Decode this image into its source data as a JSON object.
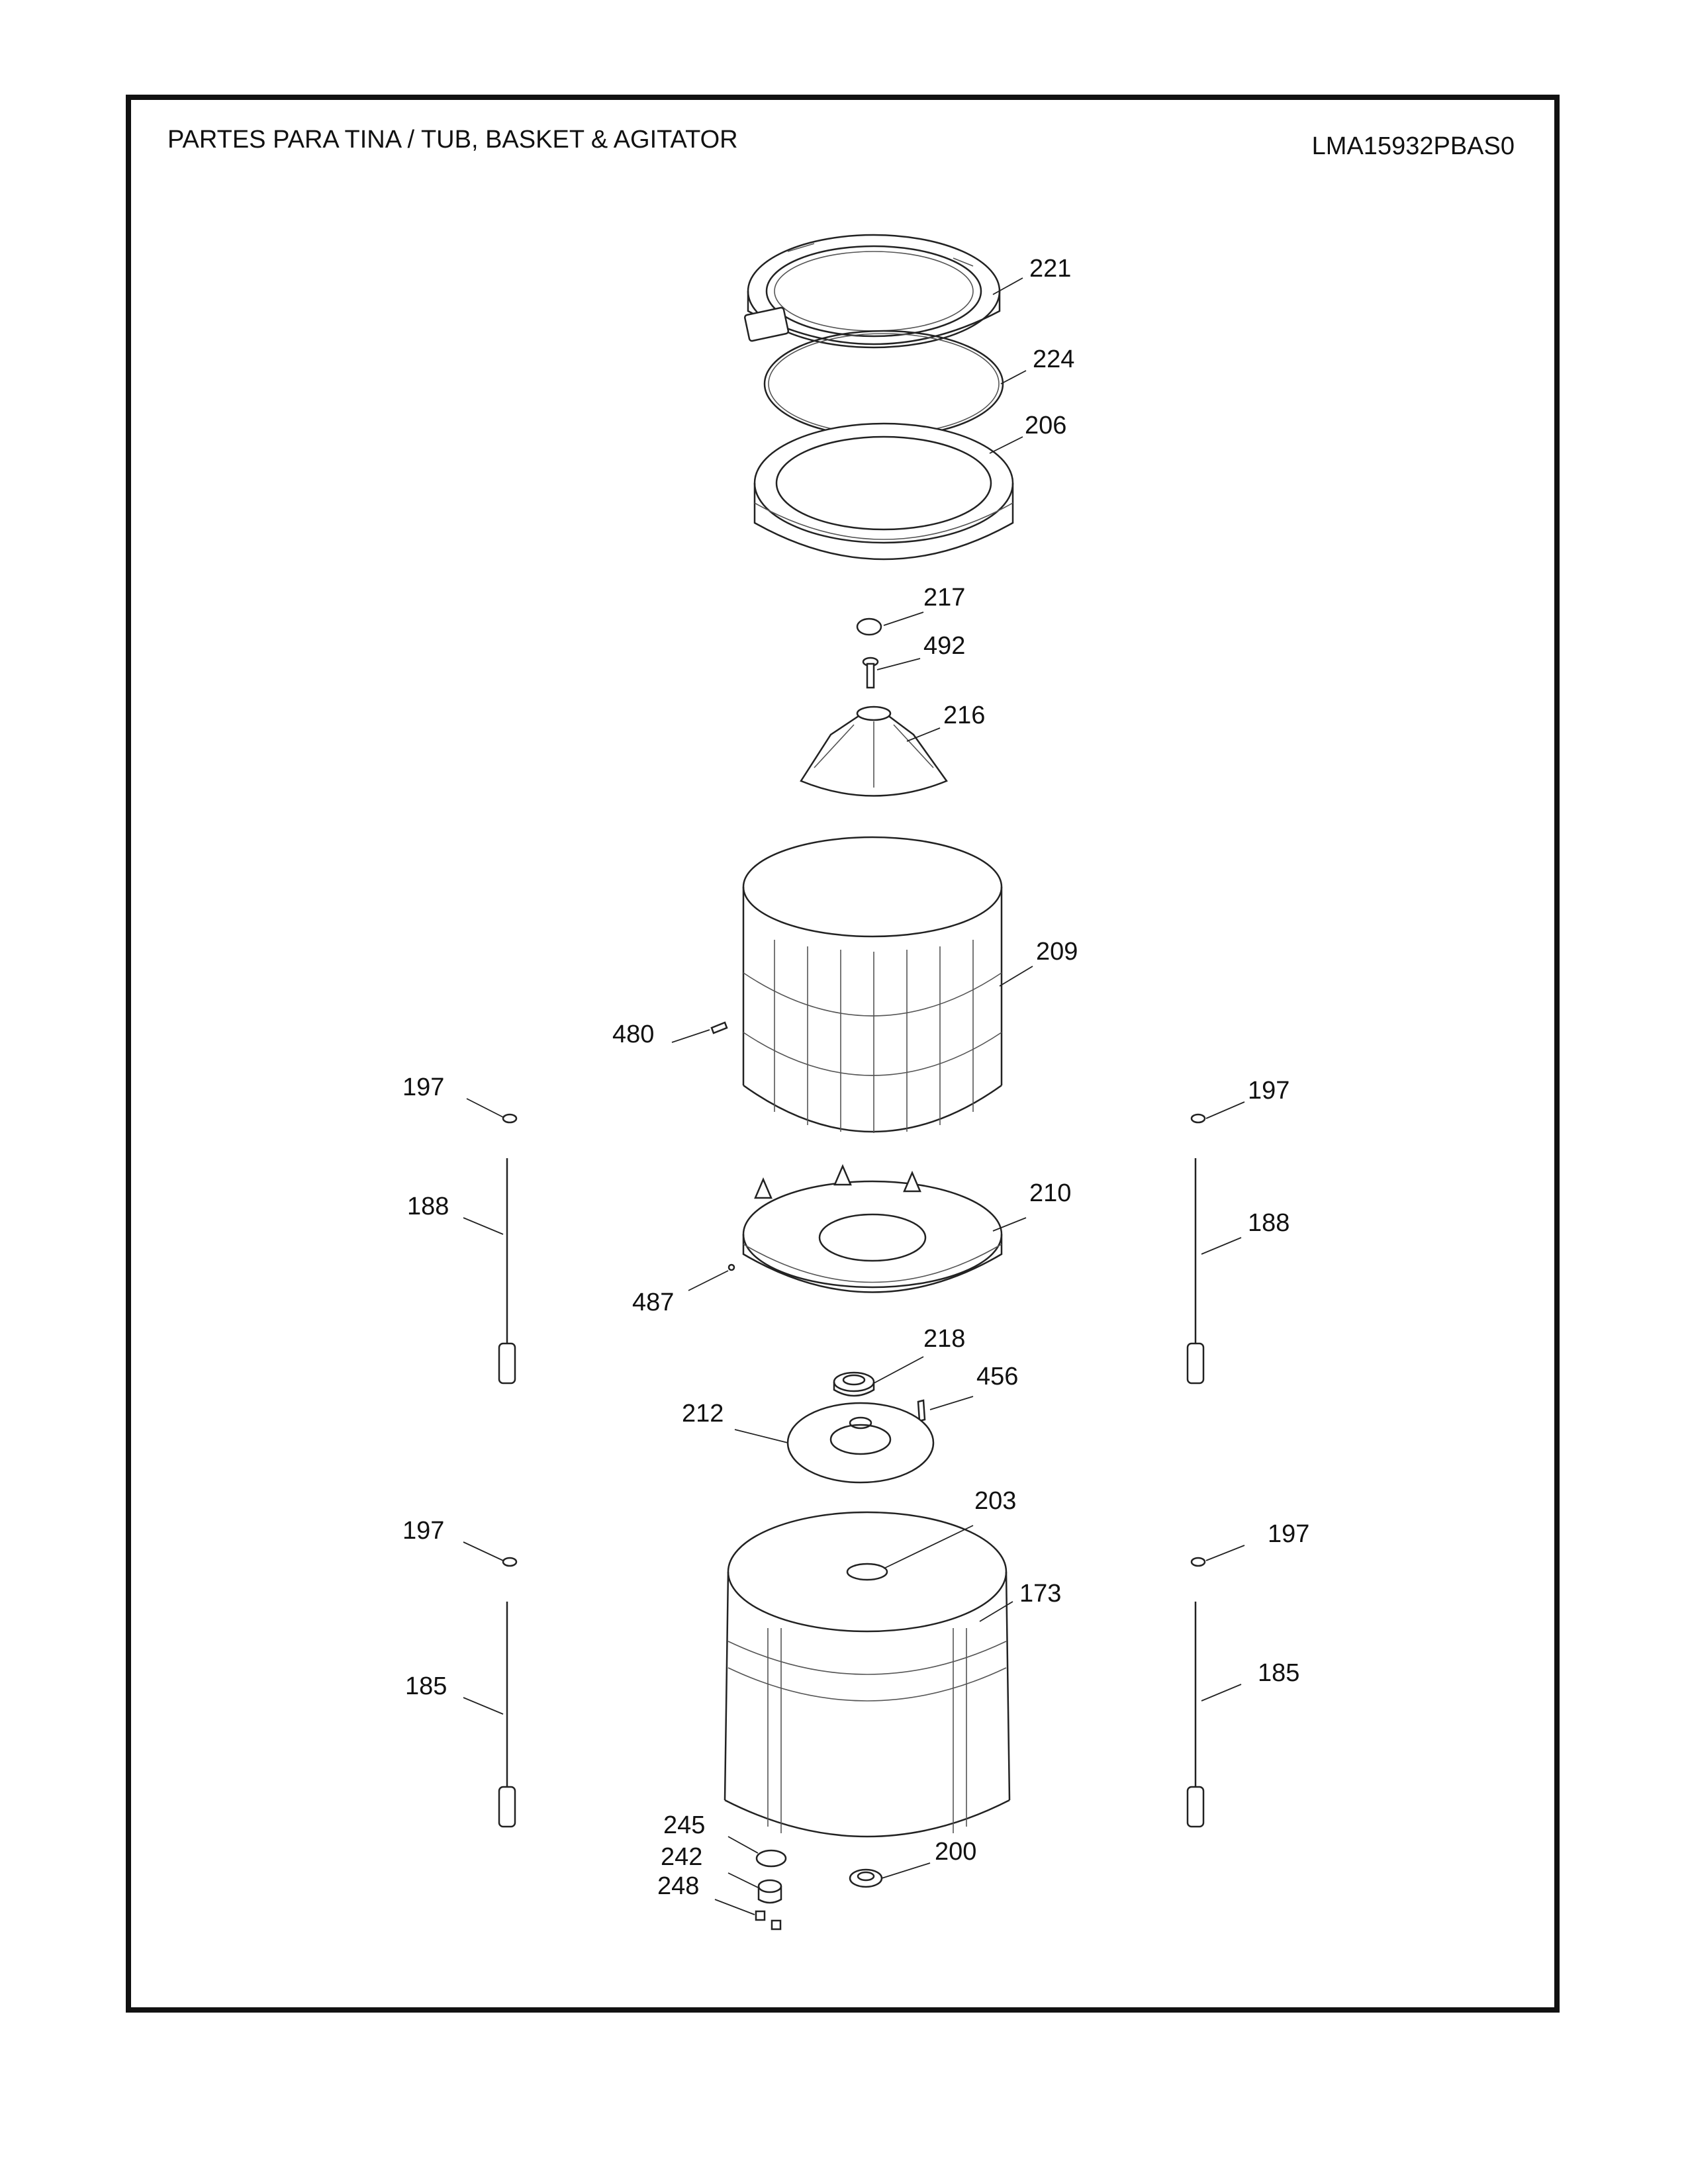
{
  "header": {
    "title": "PARTES PARA TINA  /  TUB, BASKET & AGITATOR",
    "model": "LMA15932PBAS0"
  },
  "callouts": {
    "p221": "221",
    "p224": "224",
    "p206": "206",
    "p217": "217",
    "p492": "492",
    "p216": "216",
    "p209": "209",
    "p480": "480",
    "p197_ul": "197",
    "p197_ur": "197",
    "p188_l": "188",
    "p188_r": "188",
    "p210": "210",
    "p487": "487",
    "p218": "218",
    "p456": "456",
    "p212": "212",
    "p203": "203",
    "p197_ll": "197",
    "p197_lr": "197",
    "p173": "173",
    "p185_l": "185",
    "p185_r": "185",
    "p245": "245",
    "p242": "242",
    "p248": "248",
    "p200": "200"
  }
}
